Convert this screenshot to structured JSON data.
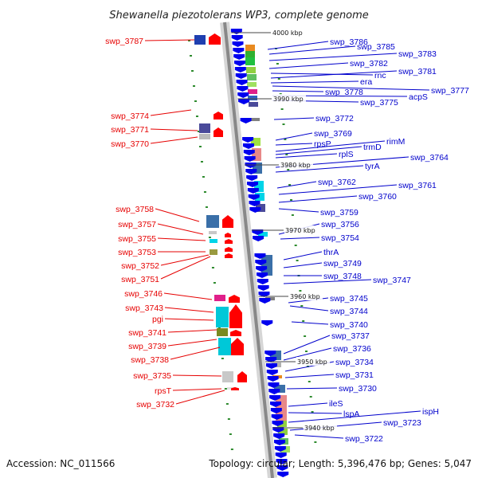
{
  "header": {
    "title": "Shewanella piezotolerans WP3, complete genome"
  },
  "footer": {
    "accession": "Accession: NC_011566",
    "summary": "Topology: circular; Length: 5,396,476 bp; Genes: 5,047"
  },
  "colors": {
    "reverse_label": "#e60000",
    "forward_label": "#0000cc",
    "arrow_red": "#ff0000",
    "arrow_blue": "#0000ee",
    "tick_green": "#2e8b2e"
  },
  "ticks": [
    "4000 kbp",
    "3990 kbp",
    "3980 kbp",
    "3970 kbp",
    "3960 kbp",
    "3950 kbp",
    "3940 kbp"
  ],
  "reverse_genes": [
    "swp_3787",
    "swp_3774",
    "swp_3771",
    "swp_3770",
    "swp_3758",
    "swp_3757",
    "swp_3755",
    "swp_3753",
    "swp_3752",
    "swp_3751",
    "swp_3746",
    "swp_3743",
    "pgi",
    "swp_3741",
    "swp_3739",
    "swp_3738",
    "swp_3735",
    "rpsT",
    "swp_3732"
  ],
  "forward_genes": [
    "swp_3786",
    "swp_3785",
    "swp_3783",
    "swp_3782",
    "rnc",
    "swp_3781",
    "era",
    "swp_3777",
    "swp_3778",
    "acpS",
    "swp_3775",
    "swp_3772",
    "swp_3769",
    "rimM",
    "rpsP",
    "trmD",
    "rplS",
    "swp_3764",
    "tyrA",
    "swp_3762",
    "swp_3761",
    "swp_3760",
    "swp_3759",
    "swp_3756",
    "swp_3754",
    "thrA",
    "swp_3749",
    "swp_3748",
    "swp_3747",
    "swp_3745",
    "swp_3744",
    "swp_3740",
    "swp_3737",
    "swp_3736",
    "swp_3734",
    "swp_3731",
    "swp_3730",
    "ileS",
    "ispH",
    "lspA",
    "swp_3723",
    "swp_3722"
  ]
}
